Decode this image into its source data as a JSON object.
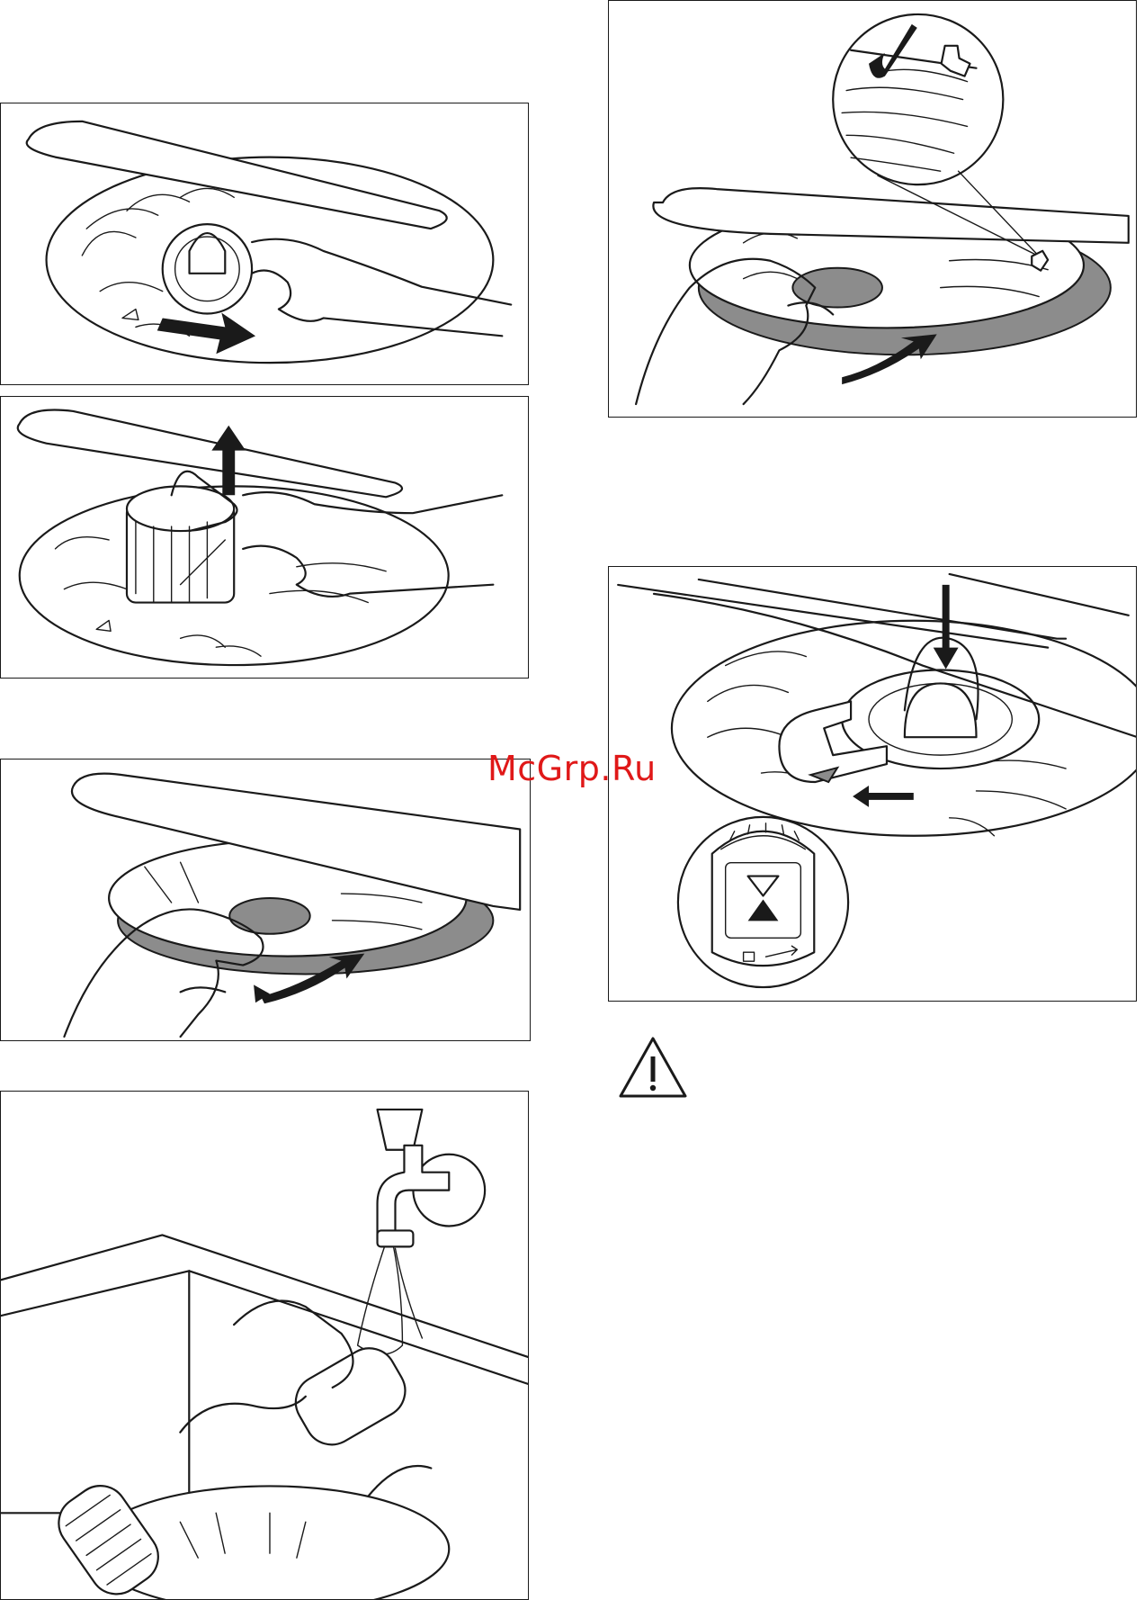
{
  "watermark": {
    "text": "McGrp.Ru"
  },
  "figures": [
    {
      "id": 1,
      "icon": "turn-filter-counterclockwise-illustration"
    },
    {
      "id": 2,
      "icon": "lift-filter-out-illustration"
    },
    {
      "id": 3,
      "icon": "remove-flat-filter-illustration"
    },
    {
      "id": 4,
      "icon": "rinse-filters-under-tap-illustration"
    },
    {
      "id": 5,
      "icon": "refit-flat-filter-check-illustration"
    },
    {
      "id": 6,
      "icon": "lock-filter-clockwise-illustration"
    }
  ],
  "warning": {
    "icon": "warning-triangle-icon"
  },
  "colors": {
    "line": "#1a1a1a",
    "fill_gray": "#8c8c8c",
    "watermark": "#e01818"
  }
}
